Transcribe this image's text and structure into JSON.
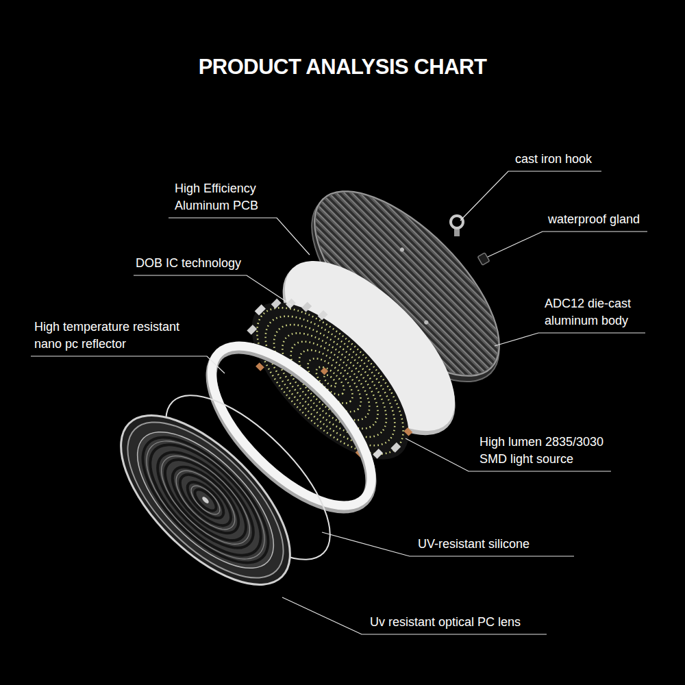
{
  "diagram": {
    "title": "PRODUCT ANALYSIS CHART",
    "labels": [
      "cast iron hook",
      "waterproof gland",
      "ADC12 die-cast aluminum body",
      "High Efficiency Aluminum PCB",
      "DOB IC technology",
      "High temperature resistant nano pc reflector",
      "High lumen 2835/3030 SMD light source",
      "UV-resistant silicone",
      "Uv resistant optical PC lens"
    ]
  }
}
